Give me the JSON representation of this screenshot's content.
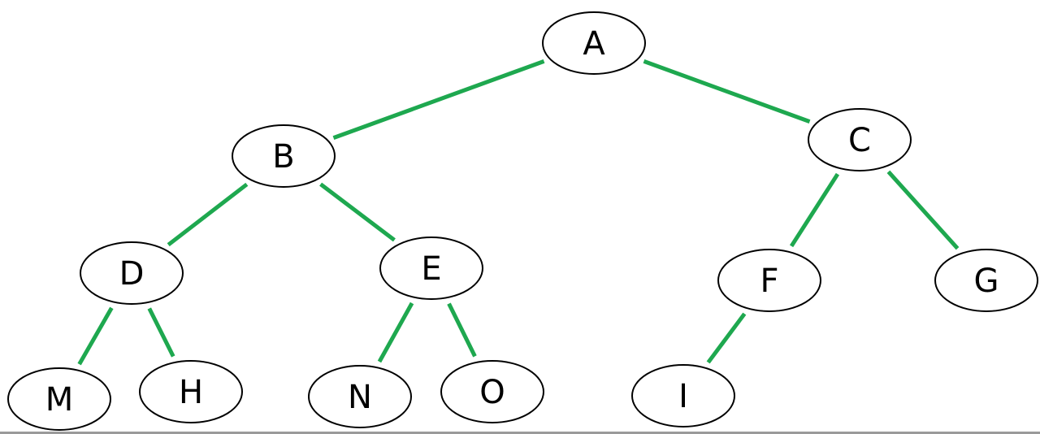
{
  "diagram": {
    "type": "binary-tree",
    "colors": {
      "edge": "#1ea84f",
      "node_fill": "#ffffff",
      "node_stroke": "#000000",
      "text": "#000000"
    },
    "nodes": [
      {
        "id": "A",
        "label": "A"
      },
      {
        "id": "B",
        "label": "B"
      },
      {
        "id": "C",
        "label": "C"
      },
      {
        "id": "D",
        "label": "D"
      },
      {
        "id": "E",
        "label": "E"
      },
      {
        "id": "F",
        "label": "F"
      },
      {
        "id": "G",
        "label": "G"
      },
      {
        "id": "M",
        "label": "M"
      },
      {
        "id": "H",
        "label": "H"
      },
      {
        "id": "N",
        "label": "N"
      },
      {
        "id": "O",
        "label": "O"
      },
      {
        "id": "I",
        "label": "I"
      }
    ],
    "edges": [
      {
        "from": "A",
        "to": "B"
      },
      {
        "from": "A",
        "to": "C"
      },
      {
        "from": "B",
        "to": "D"
      },
      {
        "from": "B",
        "to": "E"
      },
      {
        "from": "C",
        "to": "F"
      },
      {
        "from": "C",
        "to": "G"
      },
      {
        "from": "D",
        "to": "M"
      },
      {
        "from": "D",
        "to": "H"
      },
      {
        "from": "E",
        "to": "N"
      },
      {
        "from": "E",
        "to": "O"
      },
      {
        "from": "F",
        "to": "I"
      }
    ]
  }
}
